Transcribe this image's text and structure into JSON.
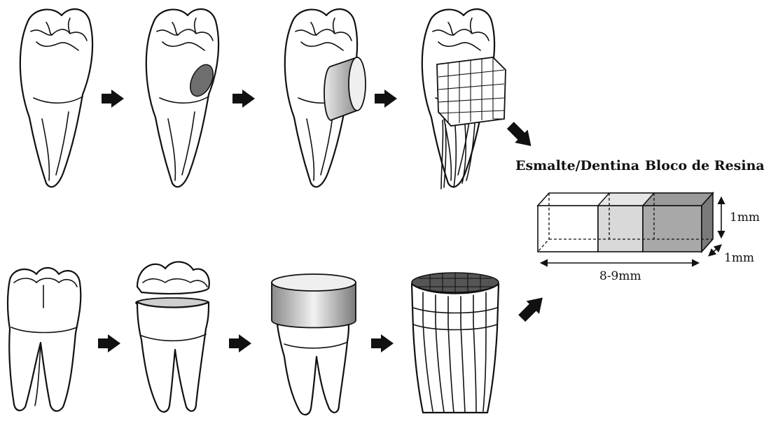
{
  "labels": {
    "enamel_dentin": "Esmalte/Dentina",
    "resin_block": "Bloco de Resina",
    "height": "1mm",
    "depth": "1mm",
    "length": "8-9mm"
  },
  "colors": {
    "line": "#111111",
    "cavity": "#6e6e6e",
    "dentin_section": "#d9d9d9",
    "resin_section": "#a8a8a8"
  }
}
